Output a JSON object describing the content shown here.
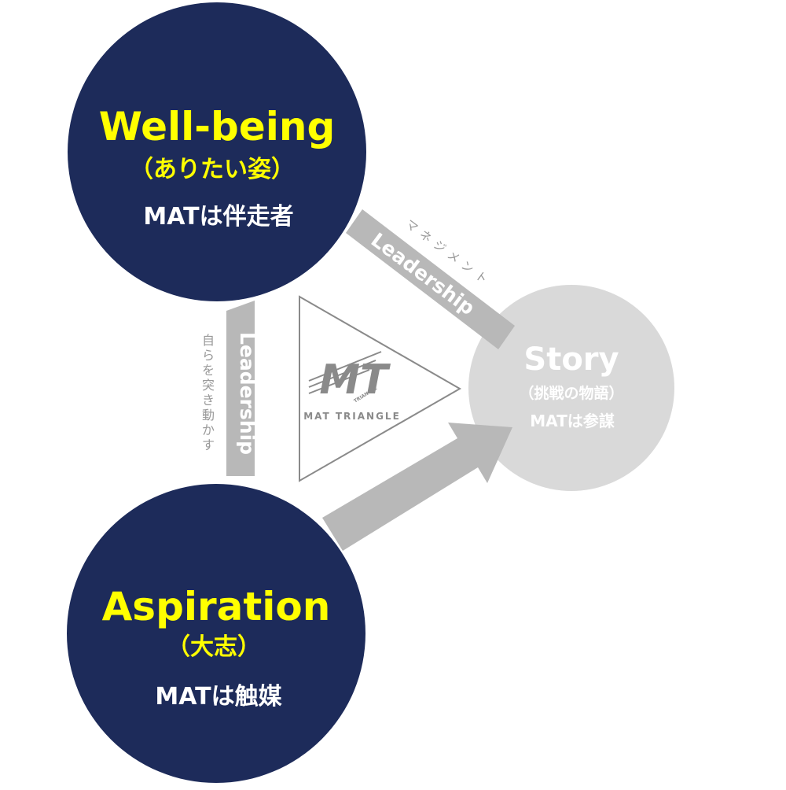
{
  "colors": {
    "navy": "#1d2b5a",
    "yellow": "#ffff00",
    "white": "#ffffff",
    "story_fill": "#d9d9d9",
    "arrow_gray": "#b8b8b8",
    "label_gray": "#999999",
    "logo_gray": "#8a8a8a"
  },
  "nodes": {
    "wellbeing": {
      "title": "Well-being",
      "subtitle": "（ありたい姿）",
      "role": "MATは伴走者"
    },
    "aspiration": {
      "title": "Aspiration",
      "subtitle": "（大志）",
      "role": "MATは触媒"
    },
    "story": {
      "title": "Story",
      "subtitle": "（挑戦の物語）",
      "role": "MATは参謀"
    }
  },
  "edges": {
    "top": {
      "label": "Leadership",
      "side_label": "マネジメント"
    },
    "left": {
      "label": "Leadership",
      "side_label": "自らを突き動かす"
    }
  },
  "logo": {
    "mark": "MT",
    "small": "TRIANGLE",
    "caption": "MAT TRIANGLE"
  }
}
